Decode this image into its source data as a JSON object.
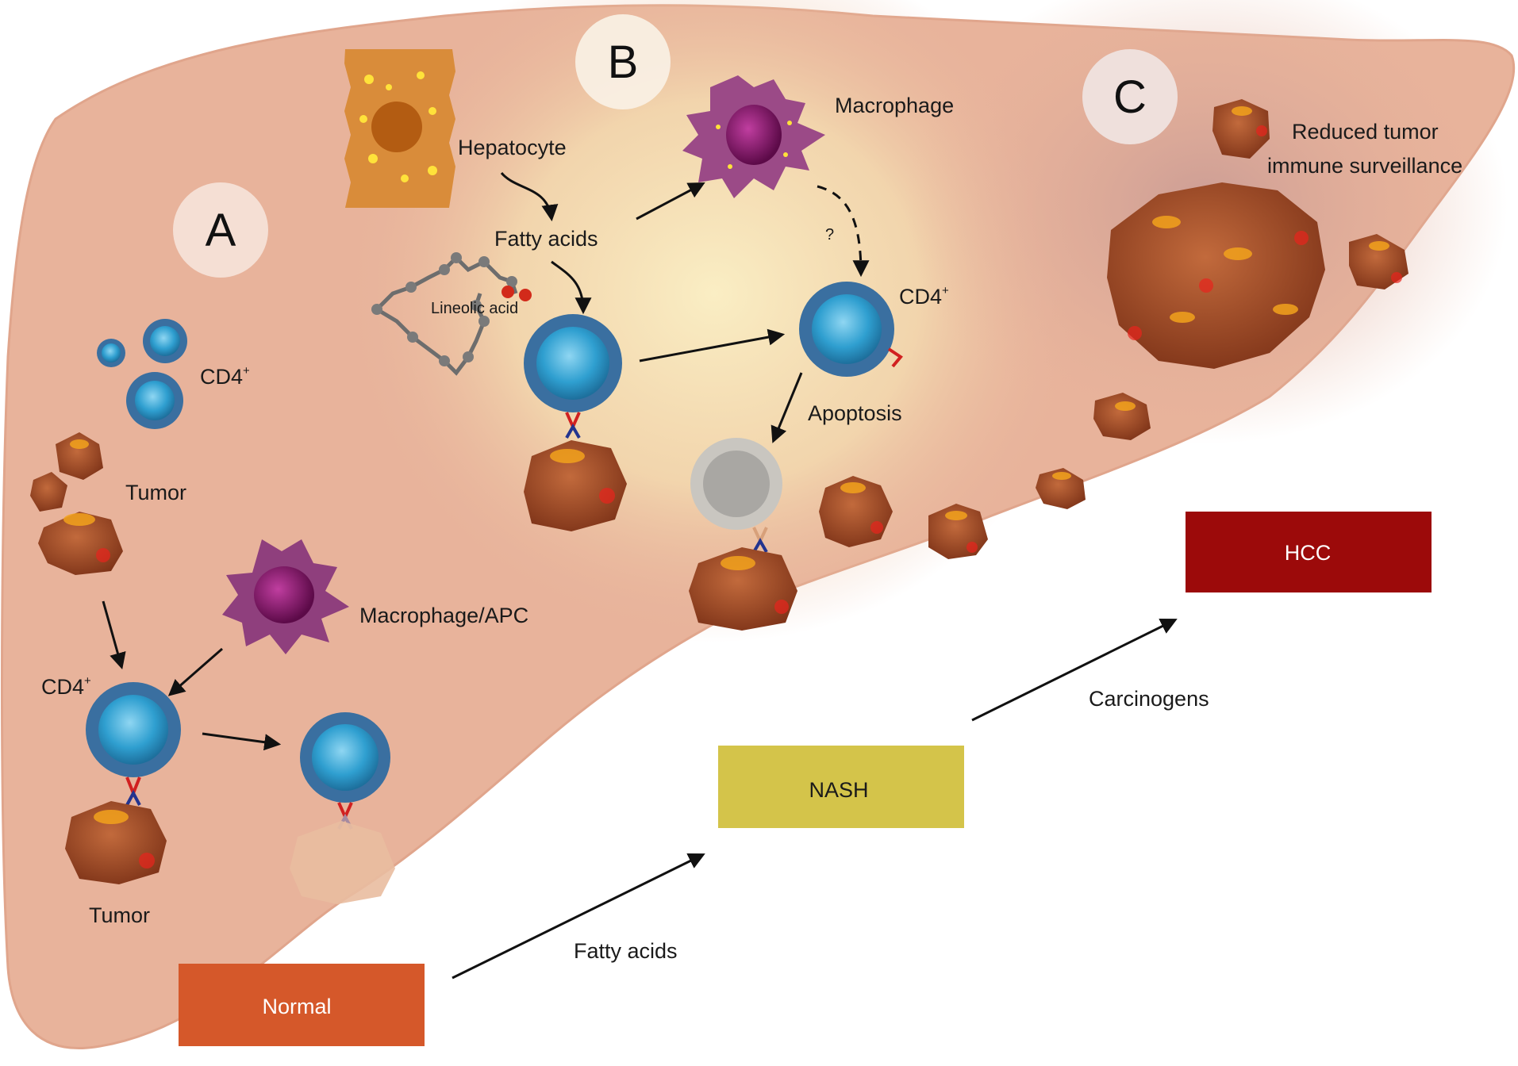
{
  "panels": {
    "a": "A",
    "b": "B",
    "c": "C"
  },
  "labels": {
    "hepatocyte": "Hepatocyte",
    "fatty_acids_b": "Fatty acids",
    "lineolic_acid": "Lineolic acid",
    "macrophage": "Macrophage",
    "question": "?",
    "cd4_b": "CD4",
    "cd4_b_sup": "+",
    "apoptosis": "Apoptosis",
    "reduced_1": "Reduced tumor",
    "reduced_2": "immune surveillance",
    "cd4_a1": "CD4",
    "cd4_a1_sup": "+",
    "tumor_a1": "Tumor",
    "macrophage_apc": "Macrophage/APC",
    "cd4_a2": "CD4",
    "cd4_a2_sup": "+",
    "tumor_a2": "Tumor"
  },
  "progression": {
    "normal": "Normal",
    "nash": "NASH",
    "hcc": "HCC",
    "fatty_acids": "Fatty acids",
    "carcinogens": "Carcinogens"
  },
  "colors": {
    "liver": "#e8b39b",
    "normal_box": "#d5582a",
    "nash_box": "#d4c44a",
    "hcc_box": "#9c0a0a",
    "t_cell": "#3aa9d8",
    "t_cell_rim": "#3a6fa0",
    "macrophage": "#8f3f7d",
    "tumor": "#a8502d"
  }
}
